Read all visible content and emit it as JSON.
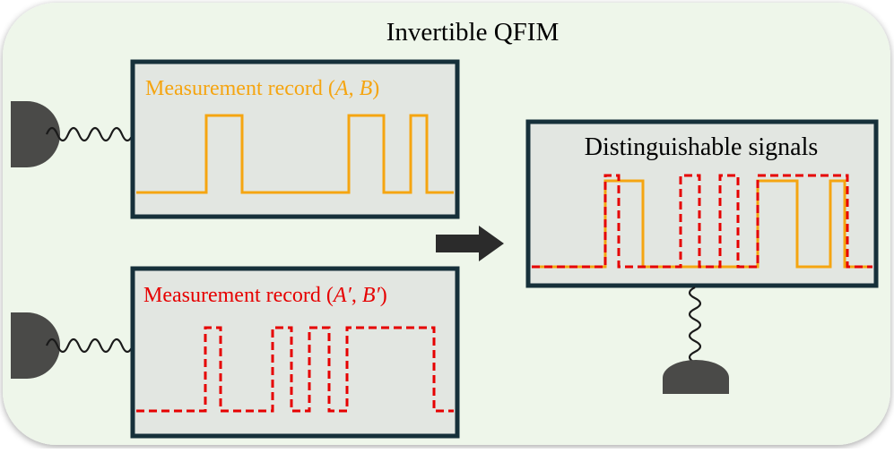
{
  "title": "Invertible QFIM",
  "panel_top": {
    "label_prefix": "Measurement record (",
    "label_a": "A",
    "label_sep": ", ",
    "label_b": "B",
    "label_suffix": ")",
    "color": "#f5a511"
  },
  "panel_bottom": {
    "label_prefix": "Measurement record (",
    "label_a": "A′",
    "label_sep": ", ",
    "label_b": "B′",
    "label_suffix": ")",
    "color": "#e60000"
  },
  "panel_right": {
    "title": "Distinguishable signals"
  },
  "colors": {
    "background_panel": "#eef6ea",
    "box_fill": "#e2e6e1",
    "box_border": "#16303a",
    "detector": "#4a4a48",
    "arrow": "#2b2b2b",
    "signal_ab": "#f5a511",
    "signal_ab_prime": "#e60000"
  },
  "icons": [
    "detector-icon",
    "wavy-wire-icon",
    "arrow-right-icon"
  ]
}
